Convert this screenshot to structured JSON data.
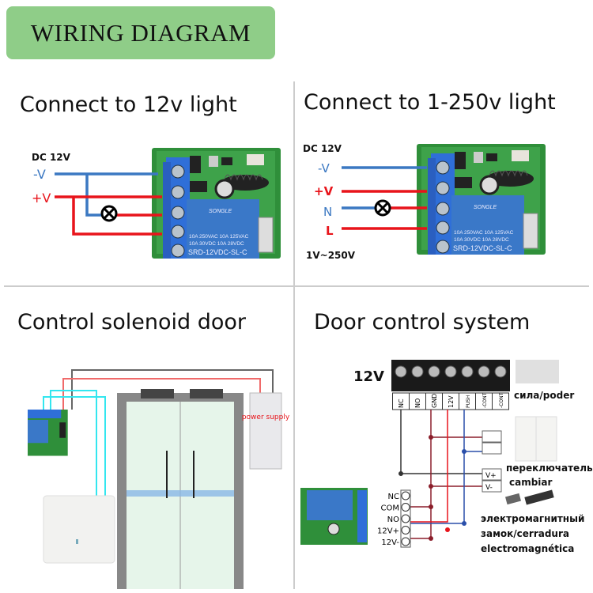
{
  "title": "WIRING DIAGRAM",
  "colors": {
    "badge": "#8fcd88",
    "wire_red": "#e8141b",
    "wire_blue": "#3b78c2",
    "wire_cyan": "#33e6ef",
    "board_green": "#2f8f3a",
    "terminal_blue": "#2f6fd8",
    "relay_blue": "#3a78c8"
  },
  "relay": {
    "brand": "SONGLE",
    "rating1": "10A 250VAC 10A 125VAC",
    "rating2": "10A 30VDC 10A 28VDC",
    "model": "SRD-12VDC-SL-C"
  },
  "panels": [
    {
      "heading": "Connect to 12v light",
      "supply": "DC 12V",
      "labels": [
        "-V",
        "+V"
      ],
      "icons": [
        "lamp-icon"
      ]
    },
    {
      "heading": "Connect to 1-250v light",
      "supply": "DC 12V",
      "labels": [
        "-V",
        "+V",
        "N",
        "L"
      ],
      "range": "1V~250V",
      "icons": [
        "lamp-icon"
      ]
    },
    {
      "heading": "Control solenoid door",
      "power_supply": "power supply"
    },
    {
      "heading": "Door control system",
      "voltage": "12V",
      "controller_terminals": [
        "NC",
        "NO",
        "GND",
        "12V",
        "PUSH",
        "-CONT",
        "-CONT"
      ],
      "relay_terminals": [
        "NC",
        "COM",
        "NO",
        "12V+",
        "12V-"
      ],
      "power_terminals": [
        "V+",
        "V-"
      ],
      "power_caption": "сила/poder",
      "switch_caption_ru": "переключатель",
      "switch_caption_es": "cambiar",
      "lock_caption": [
        "электромагнитный",
        "замок/cerradura",
        "electromagnética"
      ]
    }
  ]
}
